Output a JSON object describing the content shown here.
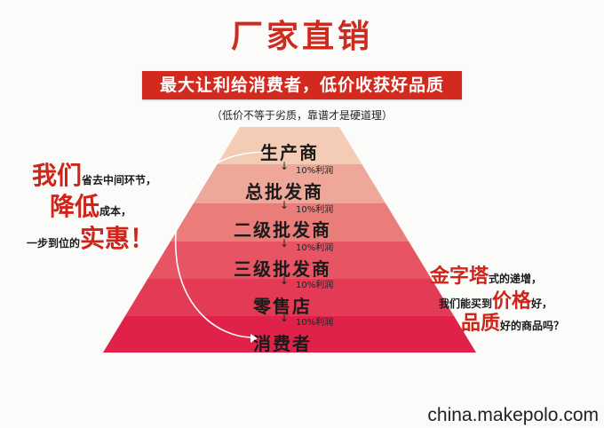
{
  "title": "厂家直销",
  "banner": "最大让利给消费者，低价收获好品质",
  "subtitle": "（低价不等于劣质，靠谱才是硬道理）",
  "levels": [
    "生产商",
    "总批发商",
    "二级批发商",
    "三级批发商",
    "零售店",
    "消费者"
  ],
  "profit_label": "10%利润",
  "arrow_glyph": "↓",
  "left": {
    "l1_big": "我们",
    "l1_small": "省去中间环节，",
    "l2_big": "降低",
    "l2_small": "成本，",
    "l3_small": "一步到位的",
    "l3_big": "实惠！"
  },
  "right": {
    "r1_big": "金字塔",
    "r1_small": "式的递增，",
    "r2_small": "我们能买到",
    "r2_big": "价格",
    "r2_small2": "好，",
    "r3_big": "品质",
    "r3_small": "好的商品吗？"
  },
  "watermark": "china.makepolo.com",
  "colors": {
    "accent": "#d0241a",
    "bands": [
      "#f4cbb4",
      "#efa79a",
      "#ea7d79",
      "#e75464",
      "#e33a55",
      "#e02149"
    ]
  }
}
